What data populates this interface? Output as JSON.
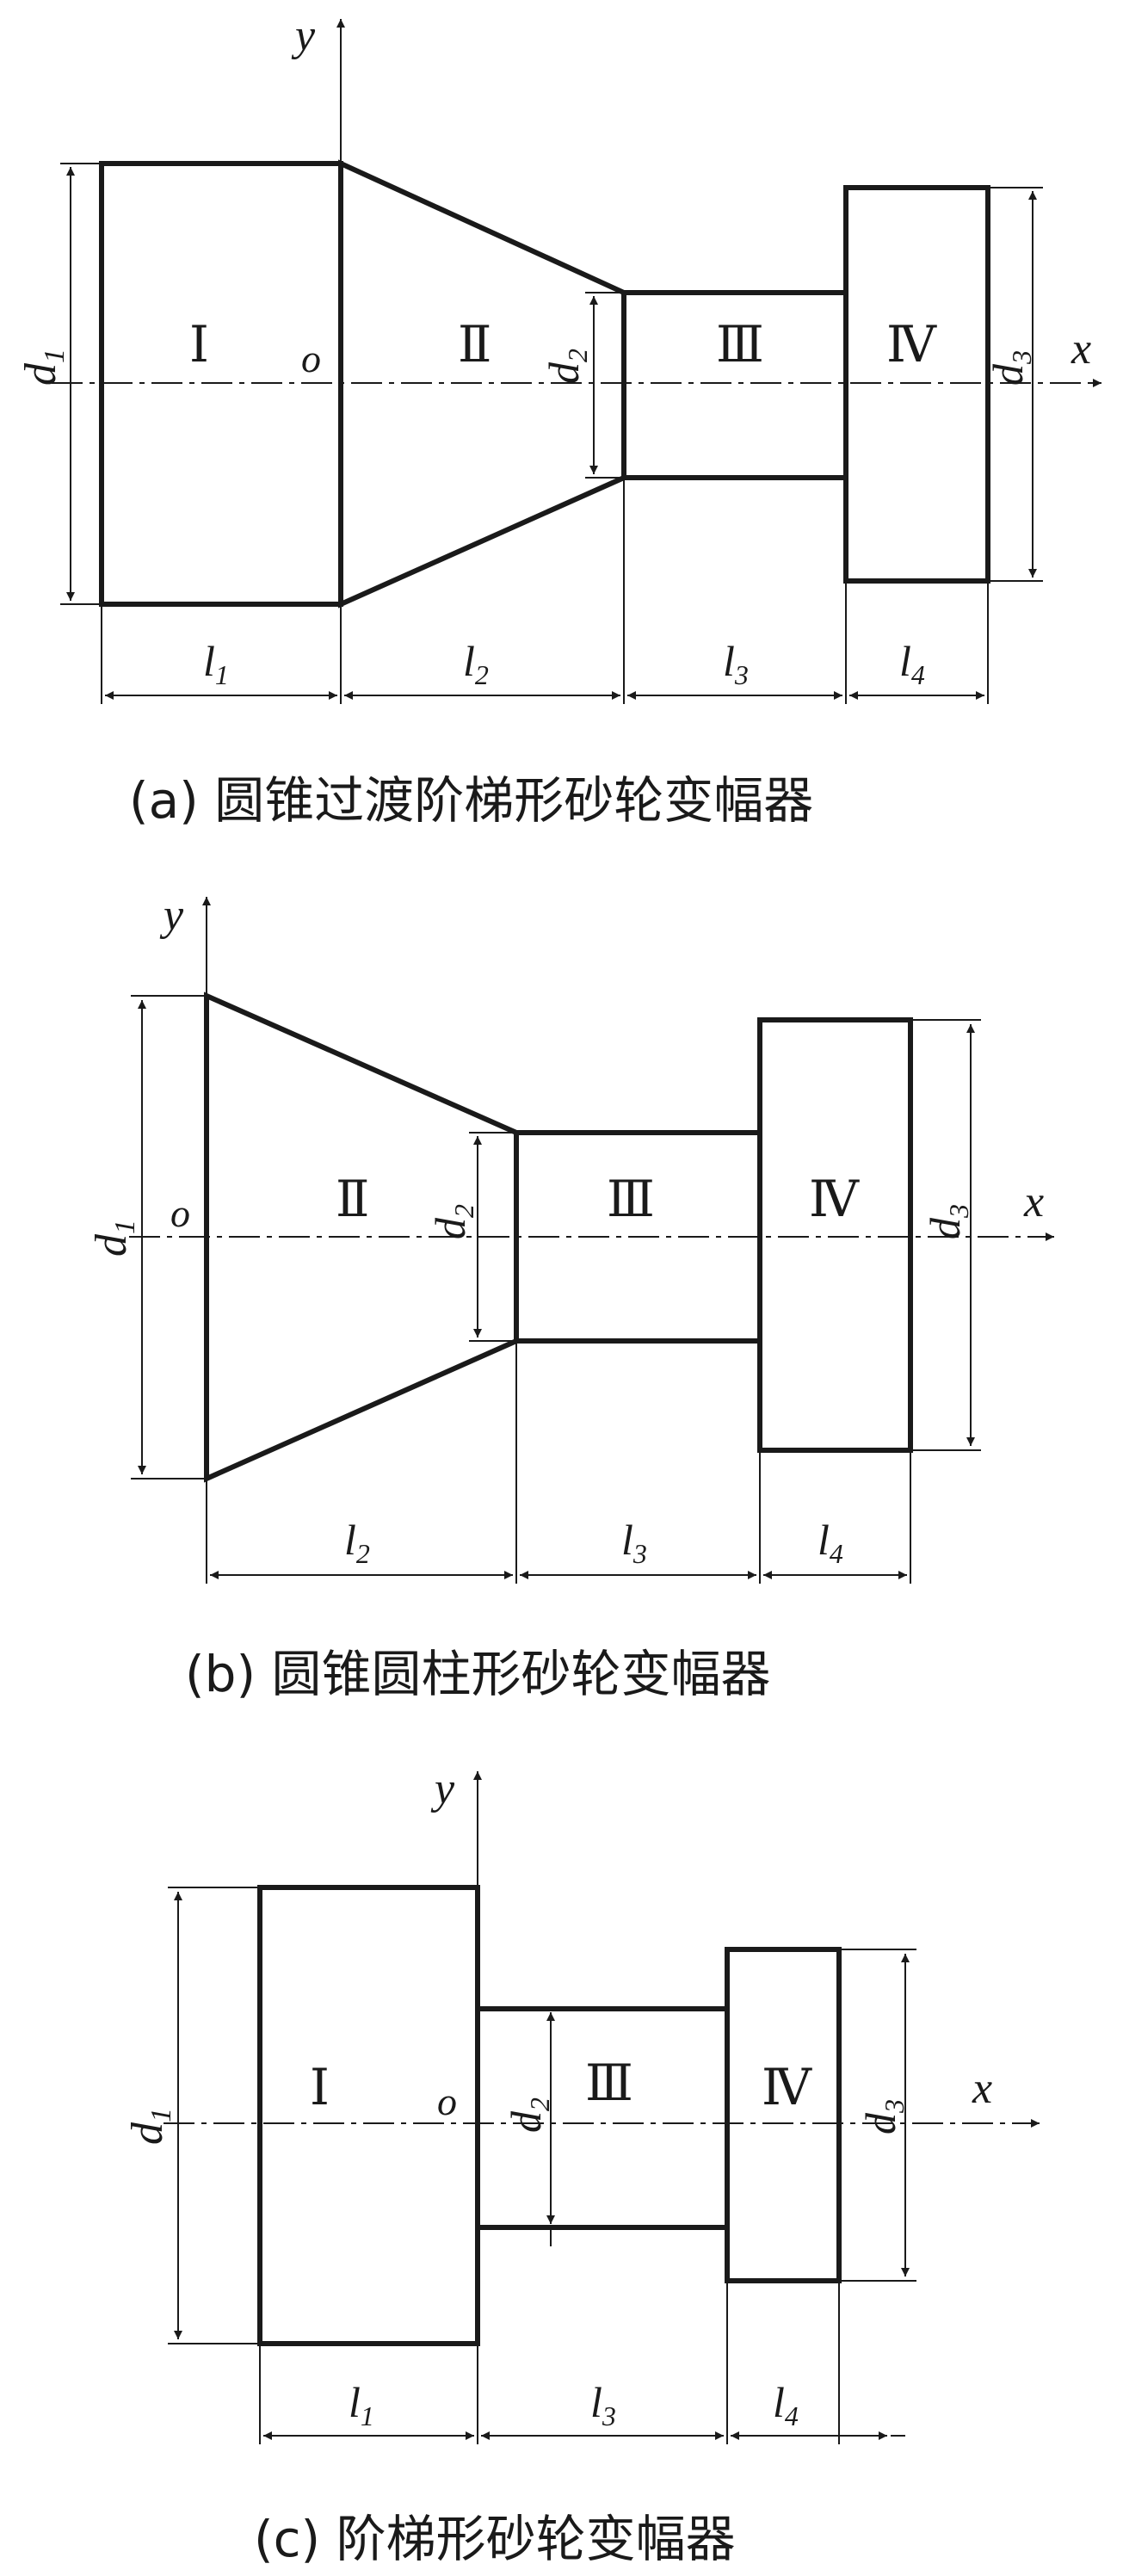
{
  "diagram_a": {
    "caption": "(a)  圆锥过渡阶梯形砂轮变幅器",
    "y": "y",
    "x": "x",
    "o": "o",
    "sec1": "Ⅰ",
    "sec2": "Ⅱ",
    "sec3": "Ⅲ",
    "sec4": "Ⅳ",
    "d1": "d",
    "d1_sub": "1",
    "d2": "d",
    "d2_sub": "2",
    "d3": "d",
    "d3_sub": "3",
    "l1": "l",
    "l1_sub": "1",
    "l2": "l",
    "l2_sub": "2",
    "l3": "l",
    "l3_sub": "3",
    "l4": "l",
    "l4_sub": "4"
  },
  "diagram_b": {
    "caption": "(b)  圆锥圆柱形砂轮变幅器",
    "y": "y",
    "x": "x",
    "o": "o",
    "sec2": "Ⅱ",
    "sec3": "Ⅲ",
    "sec4": "Ⅳ",
    "d1": "d",
    "d1_sub": "1",
    "d2": "d",
    "d2_sub": "2",
    "d3": "d",
    "d3_sub": "3",
    "l2": "l",
    "l2_sub": "2",
    "l3": "l",
    "l3_sub": "3",
    "l4": "l",
    "l4_sub": "4"
  },
  "diagram_c": {
    "caption": "(c)  阶梯形砂轮变幅器",
    "y": "y",
    "x": "x",
    "o": "o",
    "sec1": "Ⅰ",
    "sec3": "Ⅲ",
    "sec4": "Ⅳ",
    "d1": "d",
    "d1_sub": "1",
    "d2": "d",
    "d2_sub": "2",
    "d3": "d",
    "d3_sub": "3",
    "l1": "l",
    "l1_sub": "1",
    "l3": "l",
    "l3_sub": "3",
    "l4": "l",
    "l4_sub": "4"
  }
}
